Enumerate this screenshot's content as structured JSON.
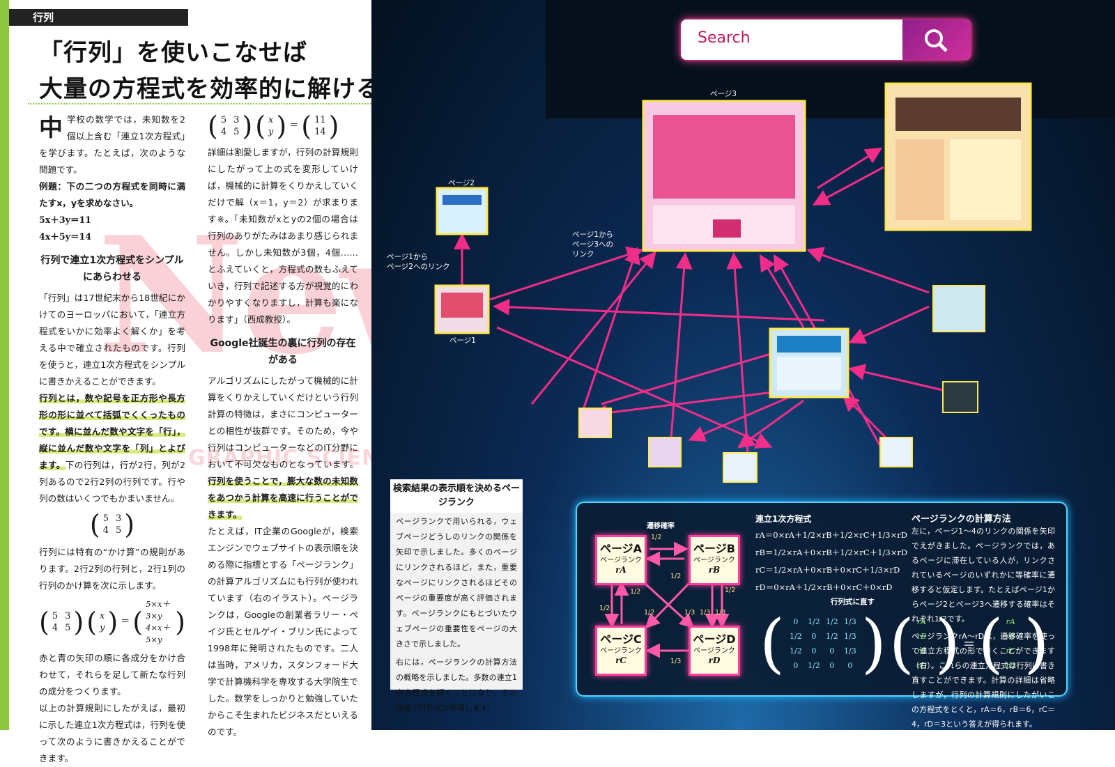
{
  "section_tab": "行列",
  "title": {
    "line1": "「行列」を使いこなせば",
    "line2": "大量の方程式を効率的に解ける"
  },
  "watermark": {
    "main": "Newton",
    "sub": "GRAPHIC SCIENCE MAGAZINE"
  },
  "left_column": {
    "dropcap": "中",
    "intro": "学校の数学では，未知数を2個以上含む「連立1次方程式」を学びます。たとえば，次のような問題です。",
    "example": "例題：下の二つの方程式を同時に満たすx，yを求めなさい。",
    "eq1": "5x＋3y＝11",
    "eq2": "4x＋5y＝14",
    "subhead": "行列で連立1次方程式をシンプルにあらわせる",
    "para1": "「行列」は17世紀末から18世紀にかけてのヨーロッパにおいて，「連立方程式をいかに効率よく解くか」を考える中で確立されたものです。行列を使うと，連立1次方程式をシンプルに書きかえることができます。",
    "highlight": "行列とは，数や記号を正方形や長方形の形に並べて括弧でくくったものです。横に並んだ数や文字を「行」，縦に並んだ数や文字を「列」とよびます。",
    "para2": "下の行列は，行が2行，列が2列あるので2行2列の行列です。行や列の数はいくつでもかまいません。",
    "matrix": [
      [
        "5",
        "3"
      ],
      [
        "4",
        "5"
      ]
    ],
    "para3": "行列には特有の“かけ算”の規則があります。2行2列の行列と，2行1列の行列のかけ算を次に示します。",
    "product_left": [
      [
        "5",
        "3"
      ],
      [
        "4",
        "5"
      ]
    ],
    "product_vec": [
      "x",
      "y"
    ],
    "product_result": [
      "5×x＋3×y",
      "4×x＋5×y"
    ],
    "para4": "赤と青の矢印の順に各成分をかけ合わせて，それらを足して新たな行列の成分をつくります。",
    "para5": "以上の計算規則にしたがえば，最初に示した連立1次方程式は，行列を使って次のように書きかえることができます。"
  },
  "mid_column": {
    "eq_matrix": [
      [
        "5",
        "3"
      ],
      [
        "4",
        "5"
      ]
    ],
    "eq_vec": [
      "x",
      "y"
    ],
    "eq_result": [
      "11",
      "14"
    ],
    "para1": "詳細は割愛しますが，行列の計算規則にしたがって上の式を変形していけば，機械的に計算をくりかえしていくだけで解（x＝1，y＝2）が求まります※。「未知数がxとyの2個の場合は行列のありがたみはあまり感じられません。しかし未知数が3個，4個……とふえていくと，方程式の数もふえていき，行列で記述する方が視覚的にわかりやすくなりますし，計算も楽になります」（西成教授）。",
    "subhead": "Google社誕生の裏に行列の存在がある",
    "para2": "アルゴリズムにしたがって機械的に計算をくりかえしていくだけという行列計算の特徴は，まさにコンピューターとの相性が抜群です。そのため，今や行列はコンピューターなどのIT分野において不可欠なものとなっています。",
    "highlight": "行列を使うことで，膨大な数の未知数をあつかう計算を高速に行うことができます。",
    "para3": "たとえば，IT企業のGoogleが，検索エンジンでウェブサイトの表示順を決める際に指標とする「ページランク」の計算アルゴリズムにも行列が使われています（右のイラスト）。ページランクは，Googleの創業者ラリー・ペイジ氏とセルゲイ・ブリン氏によって1998年に発明されたものです。二人は当時，アメリカ，スタンフォード大学で計算機科学を専攻する大学院生でした。数学をしっかりと勉強していたからこそ生まれたビジネスだといえるのです。"
  },
  "illustration": {
    "search_text": "Search",
    "labels": {
      "page1": "ページ1",
      "page2": "ページ2",
      "page3": "ページ3",
      "link12": "ページ1から\nページ2へのリンク",
      "link13": "ページ1から\nページ3への\nリンク"
    }
  },
  "infobox": {
    "heading": "検索結果の表示順を決めるページランク",
    "para1": "ページランクで用いられる，ウェブページどうしのリンクの関係を矢印で示しました。多くのページにリンクされるほど，また，重要なページにリンクされるほどそのページの重要度が高く評価されます。ページランクにもとづいたウェブページの重要性をページの大きさで示しました。",
    "para2": "右には，ページランクの計算方法の概略を示しました。多数の連立1次方程式を解くことになり，その過程で行列式が登場します。"
  },
  "panel": {
    "transition_label": "遷移確率",
    "nodes": [
      {
        "title": "ページA",
        "sub": "ページランク",
        "var": "rA"
      },
      {
        "title": "ページB",
        "sub": "ページランク",
        "var": "rB"
      },
      {
        "title": "ページC",
        "sub": "ページランク",
        "var": "rC"
      },
      {
        "title": "ページD",
        "sub": "ページランク",
        "var": "rD"
      }
    ],
    "fractions": [
      "1/2",
      "1/2",
      "1/2",
      "1/2",
      "1/2",
      "1/3",
      "1/3",
      "1/3",
      "1/2",
      "1/3"
    ],
    "eq_heading": "連立1次方程式",
    "equations": [
      "rA＝0×rA＋1/2×rB＋1/2×rC＋1/3×rD",
      "rB＝1/2×rA＋0×rB＋1/2×rC＋1/3×rD",
      "rC＝1/2×rA＋0×rB＋0×rC＋1/3×rD",
      "rD＝0×rA＋1/2×rB＋0×rC＋0×rD"
    ],
    "matrix_heading": "行列式に直す",
    "matrix": [
      [
        "0",
        "1/2",
        "1/2",
        "1/3"
      ],
      [
        "1/2",
        "0",
        "1/2",
        "1/3"
      ],
      [
        "1/2",
        "0",
        "0",
        "1/3"
      ],
      [
        "0",
        "1/2",
        "0",
        "0"
      ]
    ],
    "vec_left": [
      "rA",
      "rB",
      "rC",
      "rD"
    ],
    "vec_right": [
      "rA",
      "rB",
      "rC",
      "rD"
    ],
    "method_heading": "ページランクの計算方法",
    "method_p1": "左に，ページ1〜4のリンクの関係を矢印でえがきました。ページランクでは，あるページに滞在している人が，リンクされているページのいずれかに等確率に遷移すると仮定します。たとえばページ1からページ2とページ3へ遷移する確率はそれぞれ1/2です。",
    "method_p2": "ページランクrA〜rDは，遷移確率を使って連立方程式の形で書くことができます（右）。これらの連立方程式は行列に書き直すことができます。計算の詳細は省略しますが，行列の計算規則にしたがいこの方程式をとくと，rA＝6，rB＝6，rC＝4，rD＝3という答えが得られます。"
  }
}
